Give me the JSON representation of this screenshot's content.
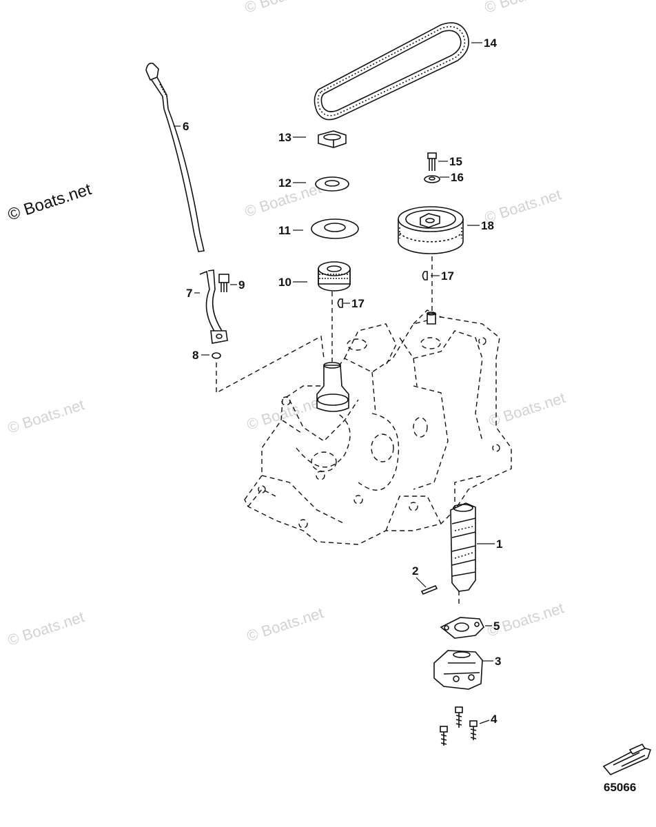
{
  "watermarks": {
    "brand": "© Boats.net"
  },
  "callouts": {
    "c1": "1",
    "c2": "2",
    "c3": "3",
    "c4": "4",
    "c5": "5",
    "c6": "6",
    "c7": "7",
    "c8": "8",
    "c9": "9",
    "c10": "10",
    "c11": "11",
    "c12": "12",
    "c13": "13",
    "c14": "14",
    "c15": "15",
    "c16": "16",
    "c17a": "17",
    "c17b": "17",
    "c18": "18"
  },
  "figure_number": "65066"
}
